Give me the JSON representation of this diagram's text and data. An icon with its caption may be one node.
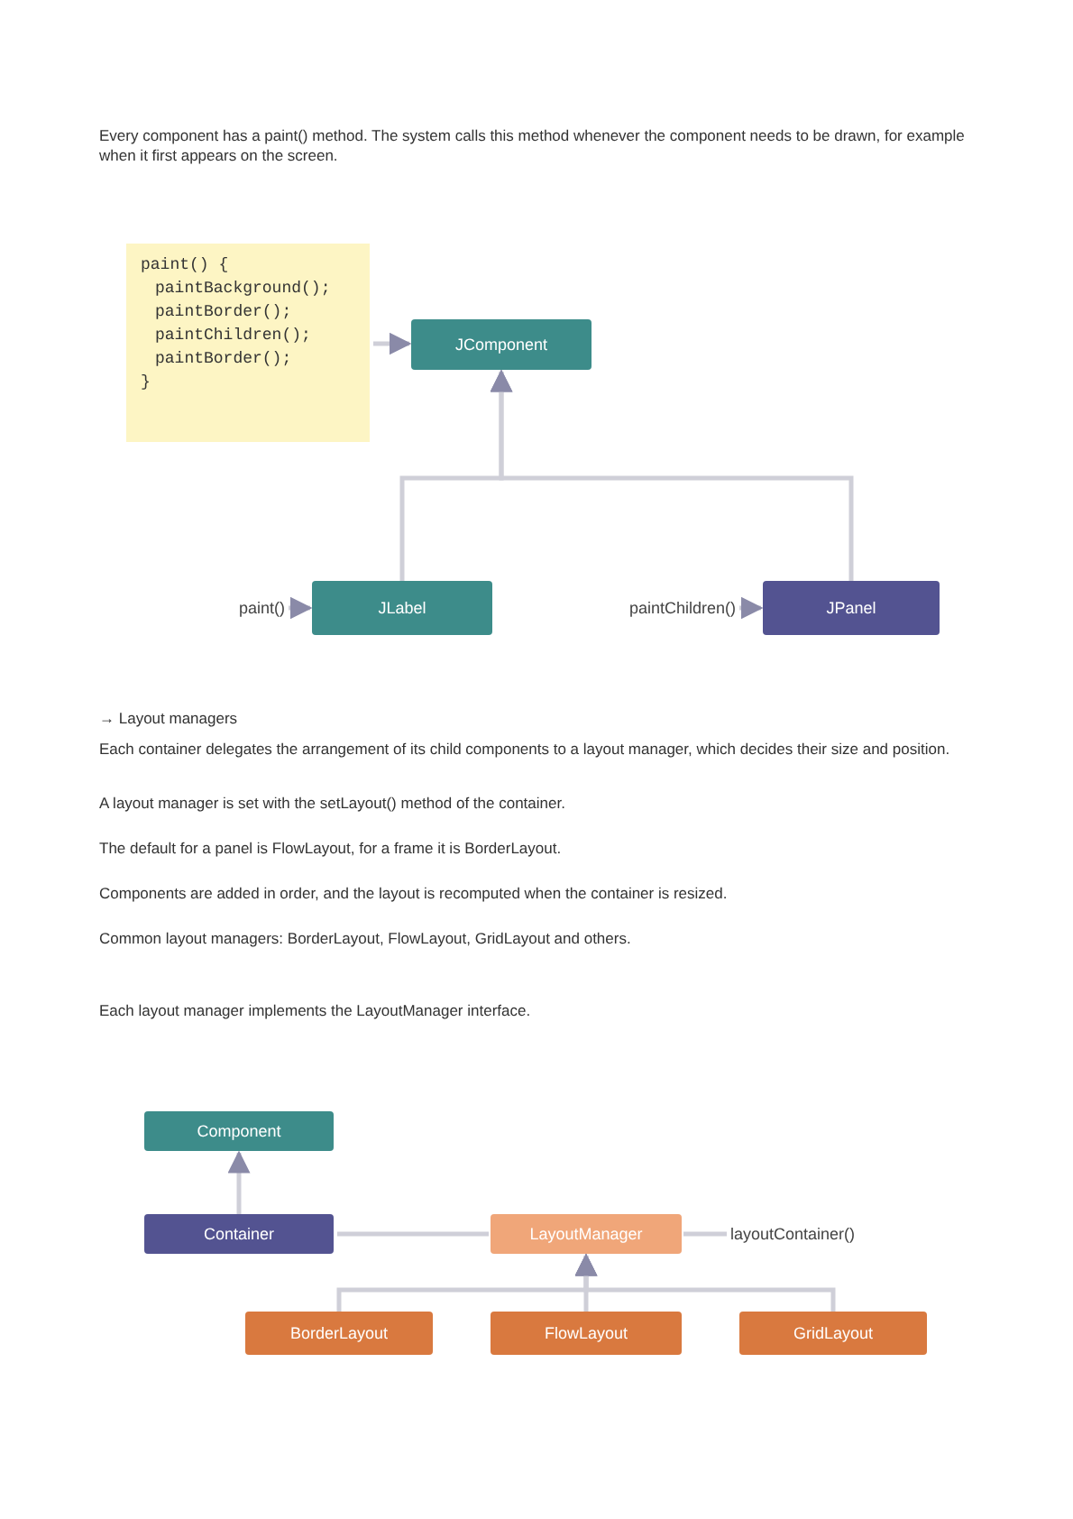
{
  "diagram": {
    "nodes": [
      {
        "text": [
          "paint() {",
          "paintBackground();",
          "paintBorder();",
          "paintChildren();",
          "paintBorder();",
          "}"
        ]
      },
      {
        "text": [
          "JComponent"
        ]
      },
      {
        "text": [
          "paint()"
        ]
      },
      {
        "text": [
          "JLabel"
        ]
      },
      {
        "text": [
          "paintChildren()"
        ]
      },
      {
        "text": [
          "JPanel"
        ]
      },
      {
        "text": [
          "Component"
        ]
      },
      {
        "text": [
          "Container"
        ]
      },
      {
        "text": [
          "LayoutManager"
        ]
      },
      {
        "text": [
          "layoutContainer()"
        ]
      },
      {
        "text": [
          "BorderLayout"
        ]
      },
      {
        "text": [
          "FlowLayout"
        ]
      },
      {
        "text": [
          "GridLayout"
        ]
      }
    ],
    "edges": [
      {
        "from": 0,
        "to": 1,
        "arrow": "to"
      },
      {
        "from": 3,
        "to": 1,
        "arrow": "to"
      },
      {
        "from": 5,
        "to": 1,
        "arrow": "to"
      },
      {
        "from": 2,
        "to": 3,
        "arrow": "to"
      },
      {
        "from": 4,
        "to": 5,
        "arrow": "to"
      },
      {
        "from": 7,
        "to": 6,
        "arrow": "to"
      },
      {
        "from": 7,
        "to": 8,
        "arrow": "none"
      },
      {
        "from": 9,
        "to": 8,
        "arrow": "none"
      },
      {
        "from": 10,
        "to": 8,
        "arrow": "to"
      },
      {
        "from": 11,
        "to": 8,
        "arrow": "to"
      },
      {
        "from": 12,
        "to": 8,
        "arrow": "to"
      }
    ],
    "labels": [
      "Every component has a paint() method. The system calls this method whenever the component needs to be drawn, for example when it first appears on the screen.",
      "→ Layout managers",
      "Each container delegates the arrangement of its child components to a layout manager, which decides their size and position.",
      "A layout manager is set with the setLayout() method of the container.",
      "The default for a panel is FlowLayout, for a frame it is BorderLayout.",
      "Components are added in order, and the layout is recomputed when the container is resized.",
      "Common layout managers: BorderLayout, FlowLayout, GridLayout and others.",
      "Each layout manager implements the LayoutManager interface."
    ]
  }
}
